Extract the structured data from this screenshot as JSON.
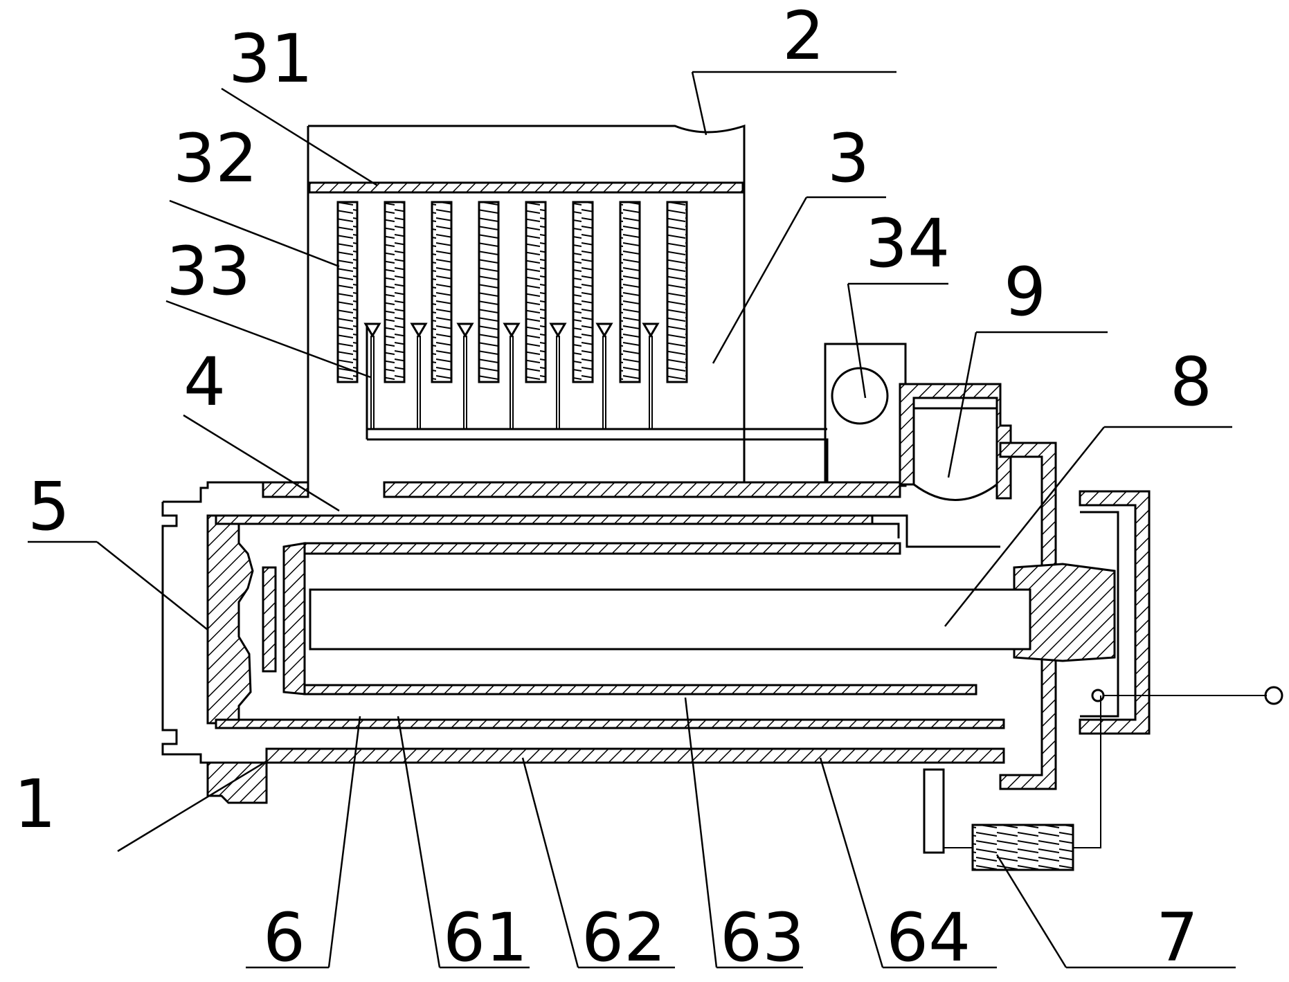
{
  "labels": {
    "l31": "31",
    "l2": "2",
    "l32": "32",
    "l3": "3",
    "l34": "34",
    "l33": "33",
    "l9": "9",
    "l4": "4",
    "l8": "8",
    "l5": "5",
    "l1": "1",
    "l6": "6",
    "l61": "61",
    "l62": "62",
    "l63": "63",
    "l64": "64",
    "l7": "7"
  },
  "colors": {
    "line": "#000000",
    "background": "#ffffff"
  }
}
